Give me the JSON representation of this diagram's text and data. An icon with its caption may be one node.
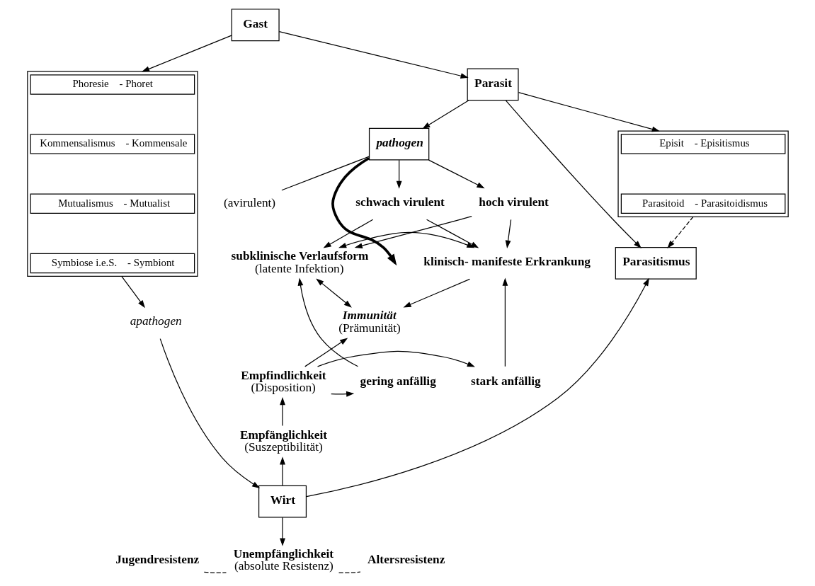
{
  "diagram": {
    "nodes": [
      {
        "text": [],
        "shape": "box"
      },
      {
        "text": [
          "Phoresie",
          "- Phoret"
        ],
        "in": 0
      },
      {
        "text": [
          "Kommensalismus",
          "- Kommensale"
        ],
        "in": 0
      },
      {
        "text": [
          "Mutualismus",
          "- Mutualist"
        ],
        "in": 0
      },
      {
        "text": [
          "Symbiose i.e.S.",
          "- Symbiont"
        ],
        "in": 0
      },
      {
        "text": [
          "Gast"
        ]
      },
      {
        "text": [
          "Parasit"
        ]
      },
      {
        "text": [],
        "shape": "box"
      },
      {
        "text": [
          "Episit",
          "- Episitismus"
        ],
        "in": 7
      },
      {
        "text": [
          "Parasitoid",
          "- Parasitoidismus"
        ],
        "in": 7
      },
      {
        "text": [
          "pathogen"
        ]
      },
      {
        "text": [
          "apathogen"
        ]
      },
      {
        "text": [
          "(avirulent)"
        ]
      },
      {
        "text": [
          "schwach virulent"
        ]
      },
      {
        "text": [
          "hoch virulent"
        ]
      },
      {
        "text": [
          "subklinische Verlaufsform",
          "(latente Infektion)"
        ]
      },
      {
        "text": [
          "klinisch- manifeste Erkrankung"
        ]
      },
      {
        "text": [
          "Immunität",
          "(Prämunität)"
        ]
      },
      {
        "text": [
          "Parasitismus"
        ]
      },
      {
        "text": [
          "gering anfällig"
        ]
      },
      {
        "text": [
          "Empfindlichkeit",
          "(Disposition)"
        ]
      },
      {
        "text": [
          "stark anfällig"
        ]
      },
      {
        "text": [
          "Empfänglichkeit",
          "(Suszeptibilität)"
        ]
      },
      {
        "text": [
          "Wirt"
        ]
      },
      {
        "text": [
          "Jugendresistenz"
        ]
      },
      {
        "text": [
          "Unempfänglichkeit",
          "(absolute Resistenz)"
        ]
      },
      {
        "text": [
          "Altersresistenz"
        ]
      }
    ],
    "edges": [
      {
        "from": 5,
        "to": 0,
        "arrow": "to"
      },
      {
        "from": 5,
        "to": 6,
        "arrow": "to"
      },
      {
        "from": 6,
        "to": 7,
        "arrow": "to"
      },
      {
        "from": 6,
        "to": 10,
        "arrow": "to"
      },
      {
        "from": 6,
        "to": 18,
        "arrow": "to"
      },
      {
        "from": 7,
        "to": 18,
        "arrow": "to",
        "style": "dashed"
      },
      {
        "from": 0,
        "to": 11,
        "arrow": "to"
      },
      {
        "from": 10,
        "to": 12,
        "arrow": "none"
      },
      {
        "from": 10,
        "to": 13,
        "arrow": "to"
      },
      {
        "from": 10,
        "to": 14,
        "arrow": "to"
      },
      {
        "from": 10,
        "to": null,
        "arrow": "to",
        "style": "thick"
      },
      {
        "from": 13,
        "to": 15,
        "arrow": "to"
      },
      {
        "from": 13,
        "to": 16,
        "arrow": "to"
      },
      {
        "from": 14,
        "to": 15,
        "arrow": "to"
      },
      {
        "from": 14,
        "to": 16,
        "arrow": "to"
      },
      {
        "from": 15,
        "to": 16,
        "arrow": "both"
      },
      {
        "from": 15,
        "to": 17,
        "arrow": "both"
      },
      {
        "from": 16,
        "to": 17,
        "arrow": "to"
      },
      {
        "from": 20,
        "to": 17,
        "arrow": "to"
      },
      {
        "from": 20,
        "to": 19,
        "arrow": "to"
      },
      {
        "from": 20,
        "to": 21,
        "arrow": "to"
      },
      {
        "from": 19,
        "to": 15,
        "arrow": "to"
      },
      {
        "from": 21,
        "to": 16,
        "arrow": "to"
      },
      {
        "from": 22,
        "to": 20,
        "arrow": "to"
      },
      {
        "from": 23,
        "to": 22,
        "arrow": "to"
      },
      {
        "from": 23,
        "to": 25,
        "arrow": "to"
      },
      {
        "from": 11,
        "to": 23,
        "arrow": "to"
      },
      {
        "from": 23,
        "to": 18,
        "arrow": "to"
      },
      {
        "from": 24,
        "to": 25,
        "arrow": "none",
        "style": "dashed"
      },
      {
        "from": 25,
        "to": 26,
        "arrow": "none",
        "style": "dashed"
      }
    ]
  }
}
